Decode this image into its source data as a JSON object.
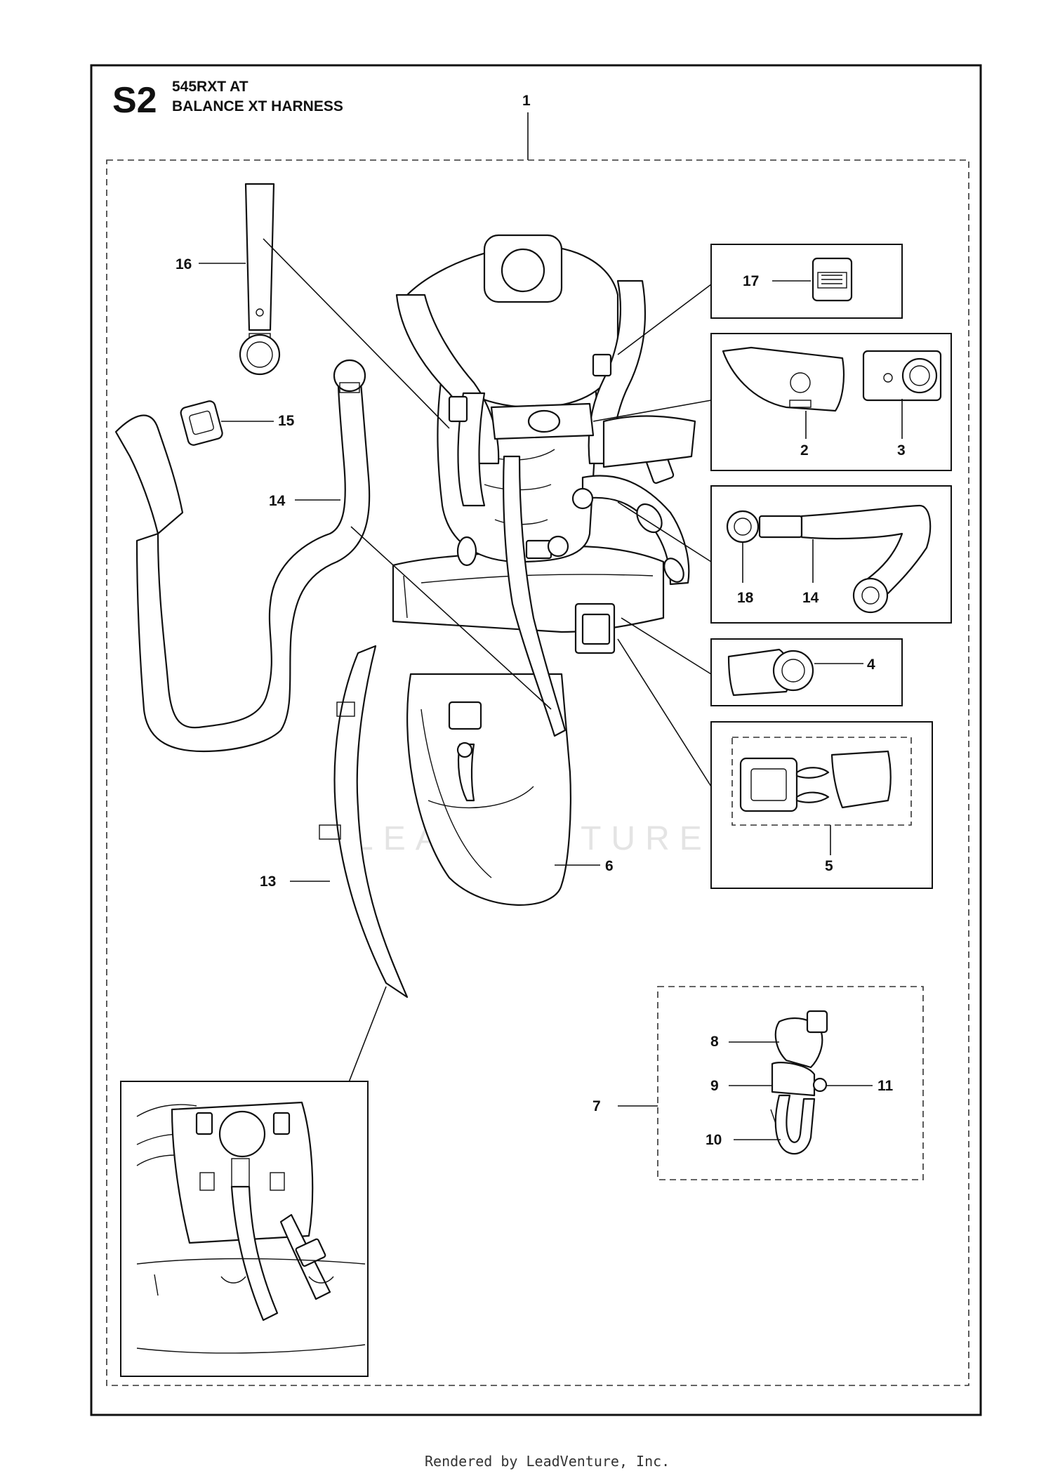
{
  "header": {
    "section_code": "S2",
    "model": "545RXT AT",
    "assembly_name": "BALANCE XT HARNESS"
  },
  "callouts": {
    "c1": "1",
    "c2": "2",
    "c3": "3",
    "c4": "4",
    "c5": "5",
    "c6": "6",
    "c7": "7",
    "c8": "8",
    "c9": "9",
    "c10": "10",
    "c11": "11",
    "c13": "13",
    "c14a": "14",
    "c14b": "14",
    "c15": "15",
    "c16": "16",
    "c17": "17",
    "c18": "18"
  },
  "watermark": "LEADVENTURE",
  "footer": "Rendered by LeadVenture, Inc."
}
